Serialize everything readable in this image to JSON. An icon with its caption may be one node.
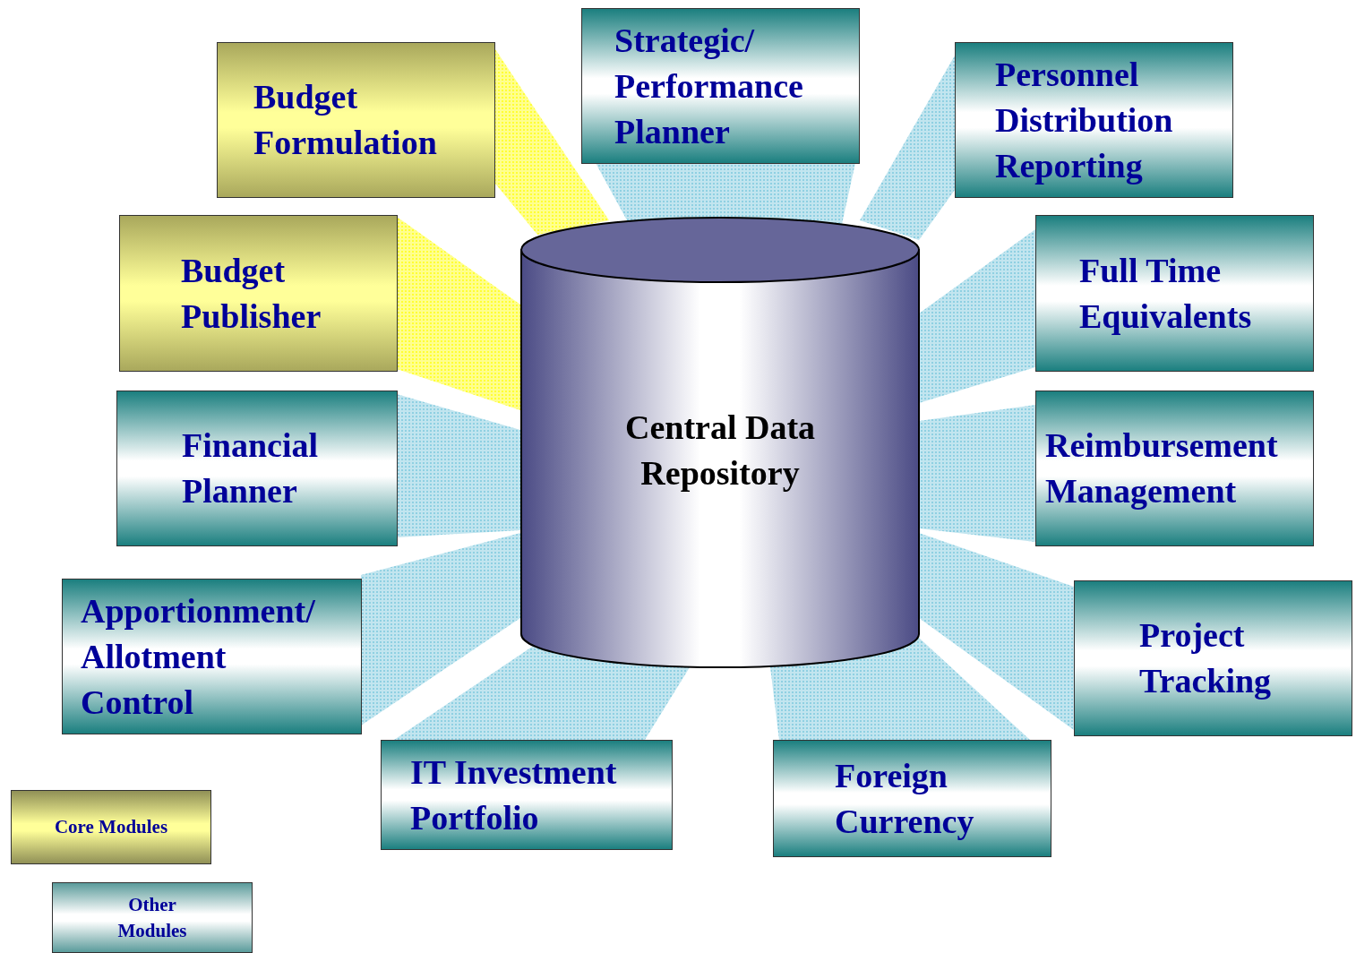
{
  "diagram": {
    "nodes": [
      {
        "text": [
          "Central Data Repository"
        ]
      },
      {
        "text": [
          "Budget Formulation"
        ]
      },
      {
        "text": [
          "Strategic/ Performance Planner"
        ]
      },
      {
        "text": [
          "Personnel Distribution Reporting"
        ]
      },
      {
        "text": [
          "Budget Publisher"
        ]
      },
      {
        "text": [
          "Full Time Equivalents"
        ]
      },
      {
        "text": [
          "Financial Planner"
        ]
      },
      {
        "text": [
          "Reimbursement Management"
        ]
      },
      {
        "text": [
          "Apportionment/ Allotment Control"
        ]
      },
      {
        "text": [
          "Project Tracking"
        ]
      },
      {
        "text": [
          "IT Investment Portfolio"
        ]
      },
      {
        "text": [
          "Foreign Currency"
        ]
      }
    ],
    "edges": [
      {
        "from": 1,
        "to": 0,
        "arrow": "none",
        "color": "#ffff33"
      },
      {
        "from": 2,
        "to": 0,
        "arrow": "none"
      },
      {
        "from": 3,
        "to": 0,
        "arrow": "none"
      },
      {
        "from": 4,
        "to": 0,
        "arrow": "none",
        "color": "#ffff33"
      },
      {
        "from": 5,
        "to": 0,
        "arrow": "none"
      },
      {
        "from": 6,
        "to": 0,
        "arrow": "none"
      },
      {
        "from": 7,
        "to": 0,
        "arrow": "none"
      },
      {
        "from": 8,
        "to": 0,
        "arrow": "none"
      },
      {
        "from": 9,
        "to": 0,
        "arrow": "none"
      },
      {
        "from": 10,
        "to": 0,
        "arrow": "none"
      },
      {
        "from": 11,
        "to": 0,
        "arrow": "none"
      }
    ],
    "legend": [
      {
        "text": "Core Modules",
        "color": "#ffff99"
      },
      {
        "text": "Other Modules",
        "color": "#ffffff"
      }
    ]
  }
}
